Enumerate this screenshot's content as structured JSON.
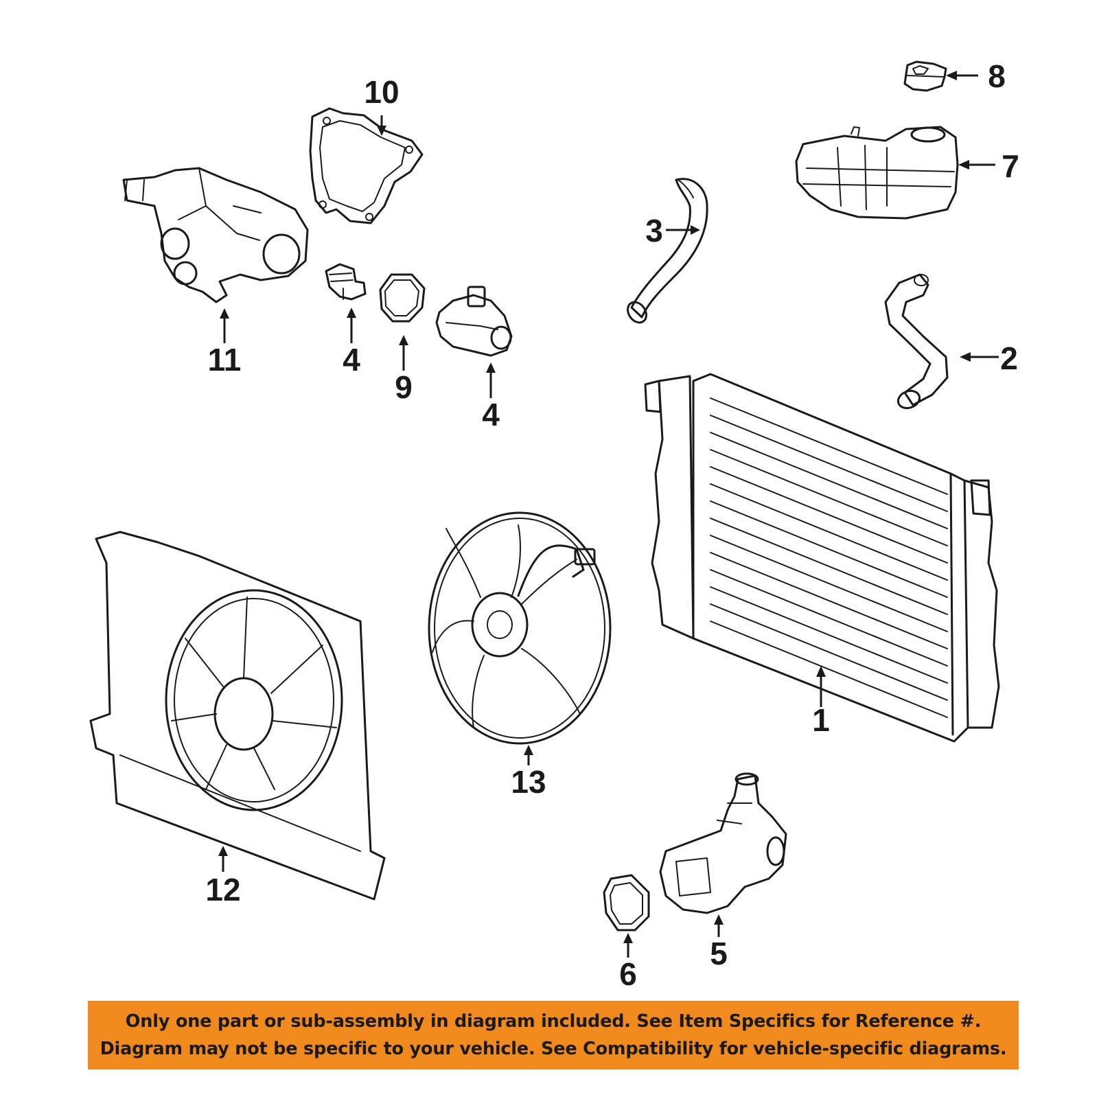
{
  "diagram": {
    "callouts": [
      {
        "id": "radiator",
        "label": "1"
      },
      {
        "id": "lower-hose",
        "label": "2"
      },
      {
        "id": "upper-hose",
        "label": "3"
      },
      {
        "id": "thermostat-small",
        "label": "4"
      },
      {
        "id": "thermostat-large",
        "label": "4"
      },
      {
        "id": "water-outlet",
        "label": "5"
      },
      {
        "id": "outlet-seal",
        "label": "6"
      },
      {
        "id": "reservoir",
        "label": "7"
      },
      {
        "id": "reservoir-cap",
        "label": "8"
      },
      {
        "id": "thermostat-gasket",
        "label": "9"
      },
      {
        "id": "pump-gasket",
        "label": "10"
      },
      {
        "id": "water-pump-housing",
        "label": "11"
      },
      {
        "id": "fan-shroud",
        "label": "12"
      },
      {
        "id": "fan-assembly",
        "label": "13"
      }
    ]
  },
  "banner": {
    "line1": "Only one part or sub-assembly in diagram included. See Item Specifics for Reference #.",
    "line2": "Diagram may not be specific to your vehicle. See Compatibility for vehicle-specific diagrams.",
    "background": "#F08A1D"
  }
}
